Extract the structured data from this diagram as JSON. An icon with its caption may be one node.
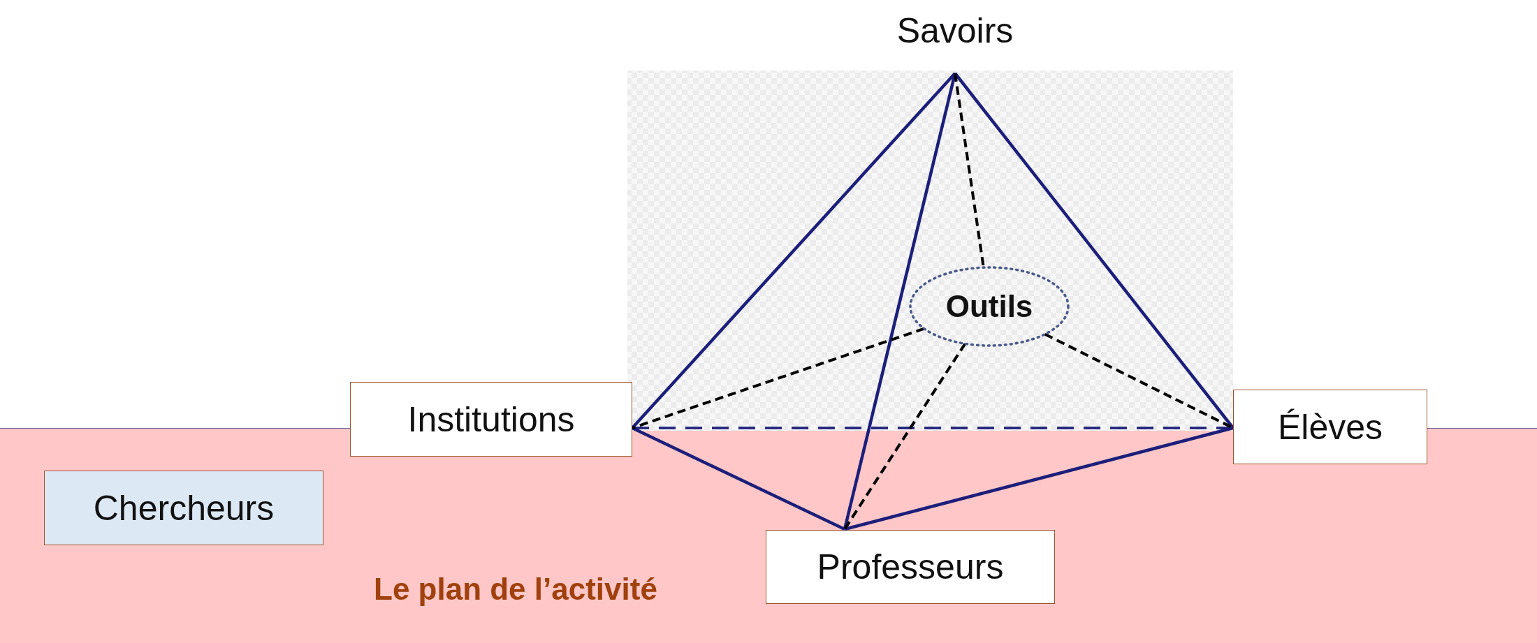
{
  "diagram": {
    "nodes": [
      {
        "text": [
          "Le plan de l’activité"
        ]
      },
      {
        "text": [
          "Savoirs"
        ]
      },
      {
        "text": [
          "Outils"
        ]
      },
      {
        "text": [
          "Institutions"
        ]
      },
      {
        "text": [
          "Élèves"
        ]
      },
      {
        "text": [
          "Chercheurs"
        ],
        "in": 0
      },
      {
        "text": [
          "Professeurs"
        ],
        "in": 0
      }
    ],
    "edges": [
      {
        "from": 1,
        "to": 3,
        "arrow": "none"
      },
      {
        "from": 1,
        "to": 4,
        "arrow": "none"
      },
      {
        "from": 1,
        "to": 6,
        "arrow": "none"
      },
      {
        "from": 3,
        "to": 6,
        "arrow": "none"
      },
      {
        "from": 6,
        "to": 4,
        "arrow": "none"
      },
      {
        "from": 3,
        "to": 4,
        "arrow": "none",
        "style": "dashed"
      },
      {
        "from": 1,
        "to": 2,
        "arrow": "none",
        "style": "dashed",
        "color": "#000000"
      },
      {
        "from": 2,
        "to": 3,
        "arrow": "none",
        "style": "dashed",
        "color": "#000000"
      },
      {
        "from": 2,
        "to": 4,
        "arrow": "none",
        "style": "dashed",
        "color": "#000000"
      },
      {
        "from": 2,
        "to": 6,
        "arrow": "none",
        "style": "dashed",
        "color": "#000000"
      }
    ]
  }
}
